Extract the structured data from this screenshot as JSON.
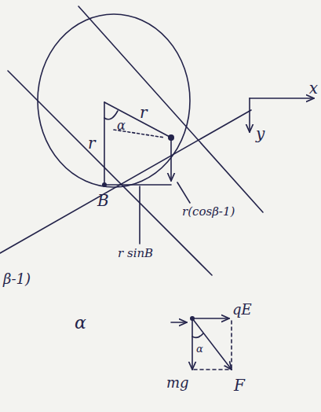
{
  "diagram": {
    "labels": [
      "r",
      "r",
      "α",
      "B",
      "r(cosβ-1)",
      "r sinB",
      "β-1)",
      "x",
      "y",
      "α",
      "qE",
      "mg",
      "α",
      "F"
    ]
  }
}
